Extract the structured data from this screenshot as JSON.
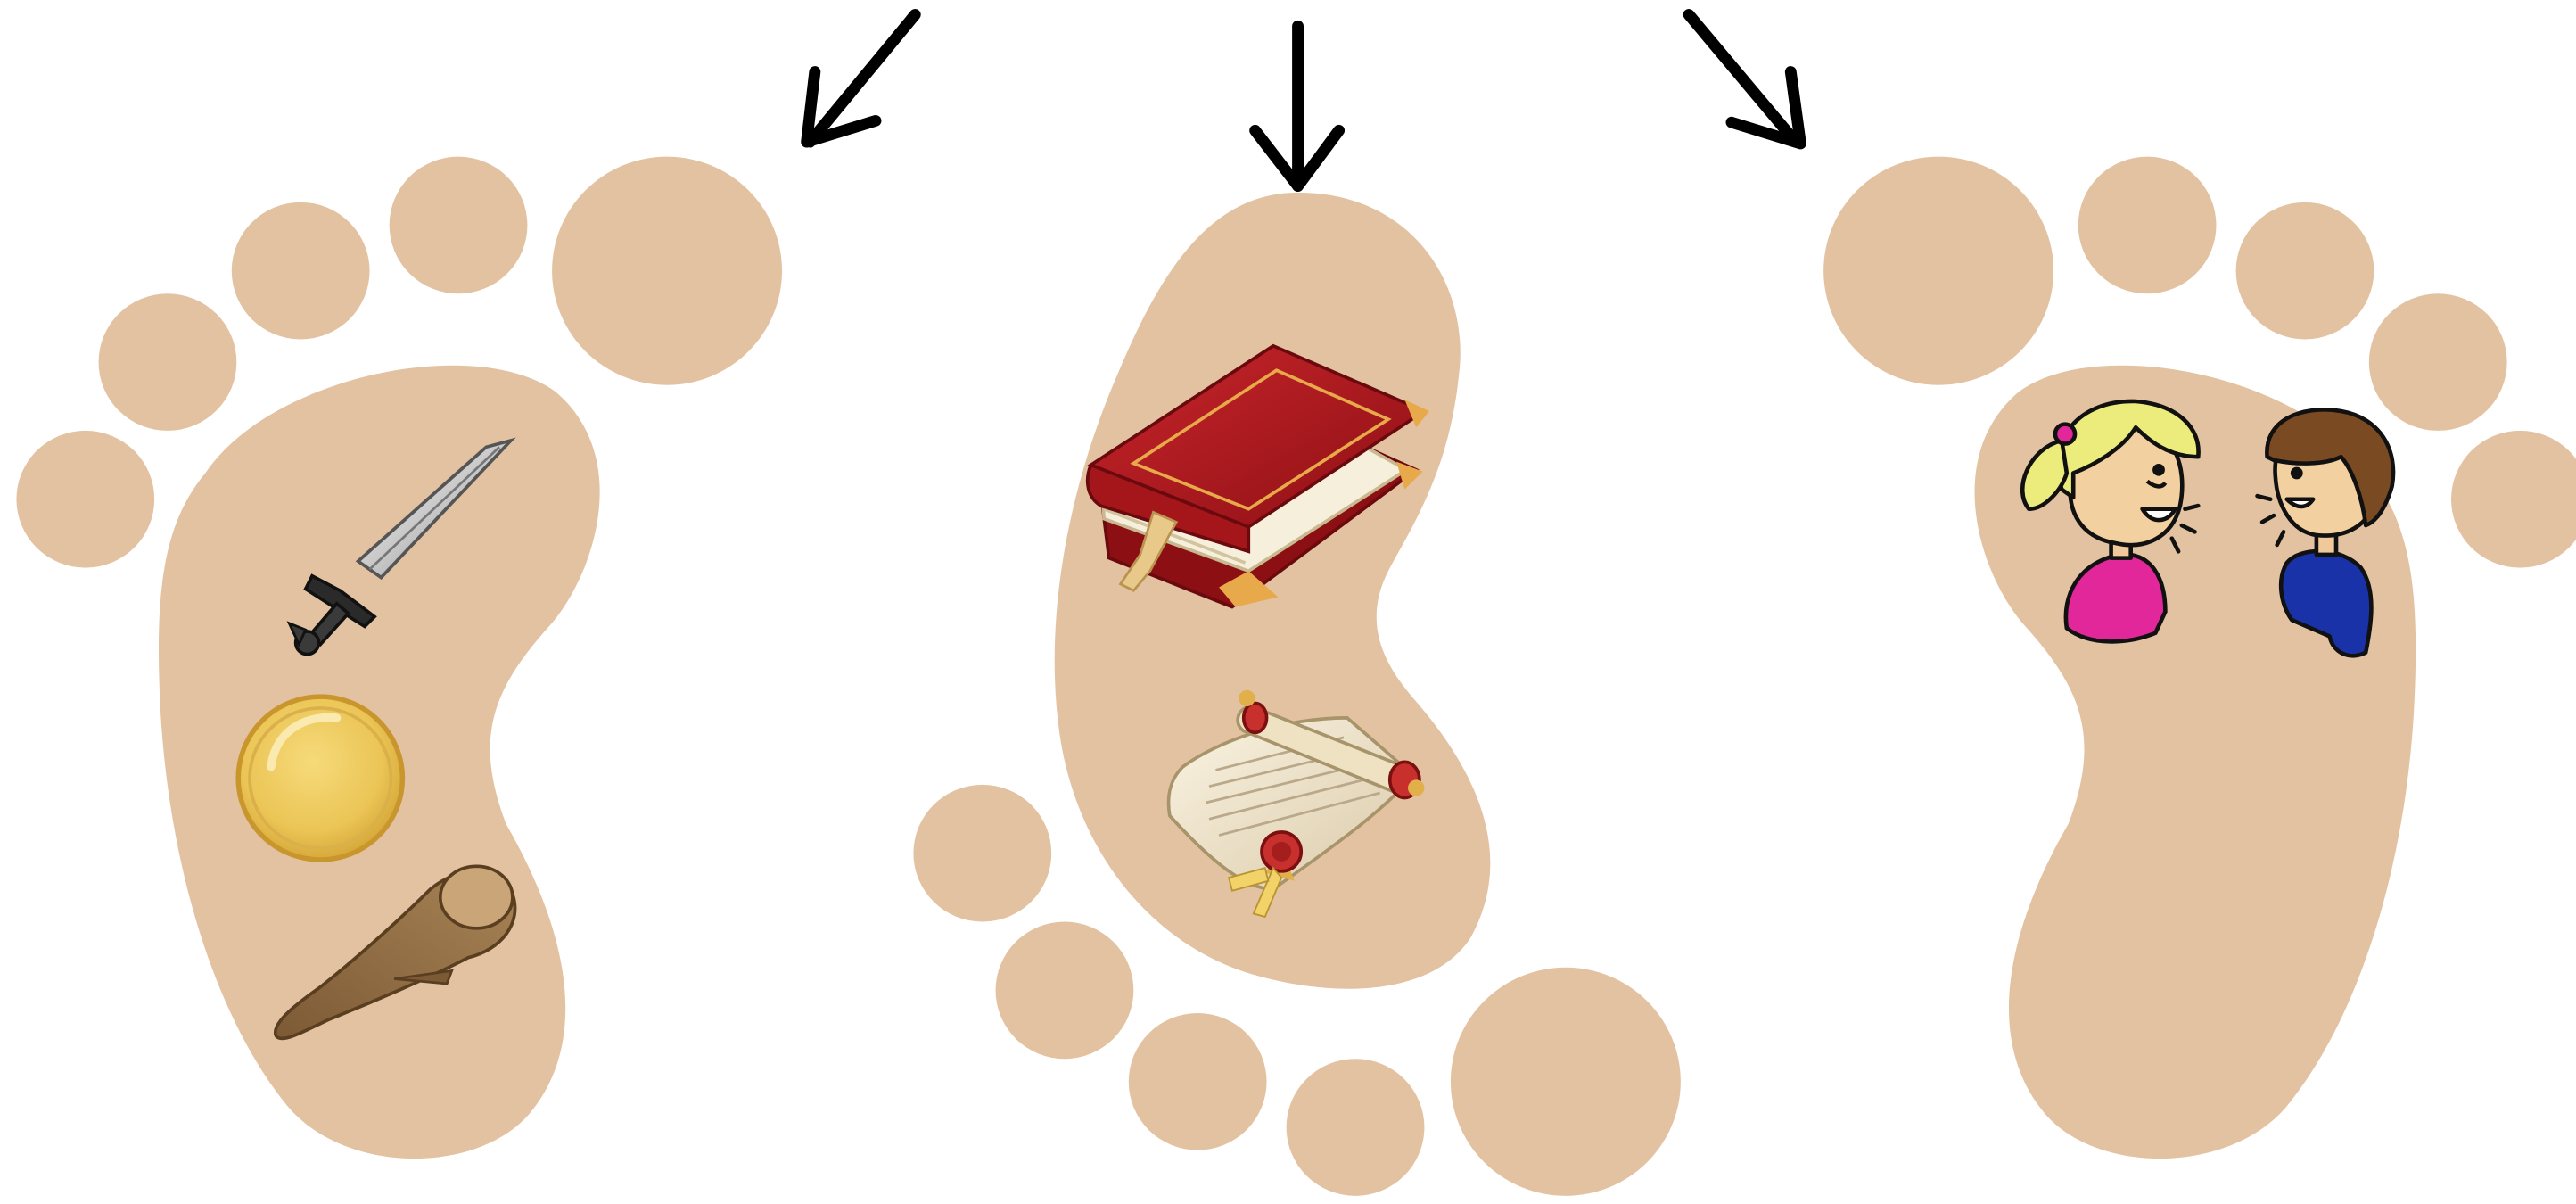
{
  "colors": {
    "background": "#ffffff",
    "footprint": "#e3c2a1",
    "arrow": "#000000"
  },
  "footprints": [
    {
      "name": "left-footprint",
      "items": [
        "sword-icon",
        "gold-coin-icon",
        "wooden-club-icon"
      ]
    },
    {
      "name": "center-footprint",
      "items": [
        "red-book-icon",
        "sealed-scroll-icon"
      ]
    },
    {
      "name": "right-footprint",
      "items": [
        "girl-talking-icon",
        "boy-talking-icon"
      ]
    }
  ],
  "arrows": [
    "arrow-down-left-icon",
    "arrow-down-icon",
    "arrow-down-right-icon"
  ]
}
